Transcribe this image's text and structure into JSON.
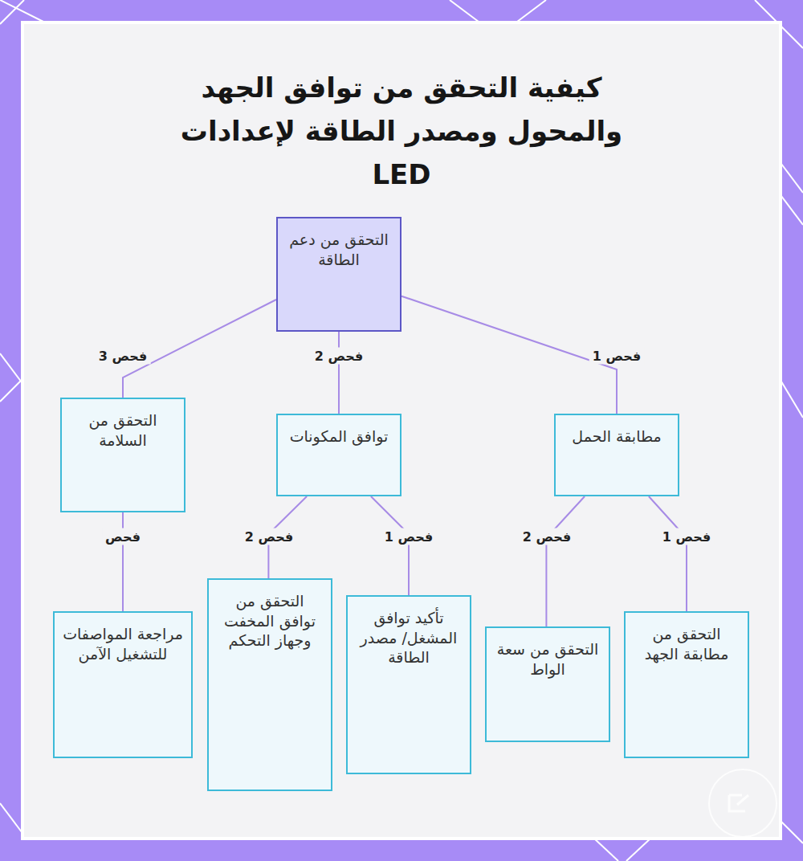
{
  "diagram": {
    "title": "كيفية التحقق من توافق الجهد والمحول ومصدر الطاقة لإعدادات LED",
    "nodes": [
      {
        "text": [
          "التحقق من دعم الطاقة"
        ]
      },
      {
        "text": [
          "مطابقة الحمل"
        ]
      },
      {
        "text": [
          "توافق المكونات"
        ]
      },
      {
        "text": [
          "التحقق من السلامة"
        ]
      },
      {
        "text": [
          "التحقق من مطابقة الجهد"
        ]
      },
      {
        "text": [
          "التحقق من سعة الواط"
        ]
      },
      {
        "text": [
          "تأكيد توافق المشغل/ مصدر الطاقة"
        ]
      },
      {
        "text": [
          "التحقق من توافق المخفت وجهاز التحكم"
        ]
      },
      {
        "text": [
          "مراجعة المواصفات للتشغيل الآمن"
        ]
      }
    ],
    "edges": [
      {
        "from": 0,
        "to": 1,
        "label": "فحص 1",
        "arrow": "none"
      },
      {
        "from": 0,
        "to": 2,
        "label": "فحص 2",
        "arrow": "none"
      },
      {
        "from": 0,
        "to": 3,
        "label": "فحص 3",
        "arrow": "none"
      },
      {
        "from": 1,
        "to": 4,
        "label": "فحص 1",
        "arrow": "none"
      },
      {
        "from": 1,
        "to": 5,
        "label": "فحص 2",
        "arrow": "none"
      },
      {
        "from": 2,
        "to": 6,
        "label": "فحص 1",
        "arrow": "none"
      },
      {
        "from": 2,
        "to": 7,
        "label": "فحص 2",
        "arrow": "none"
      },
      {
        "from": 3,
        "to": 8,
        "label": "فحص",
        "arrow": "none"
      }
    ]
  }
}
